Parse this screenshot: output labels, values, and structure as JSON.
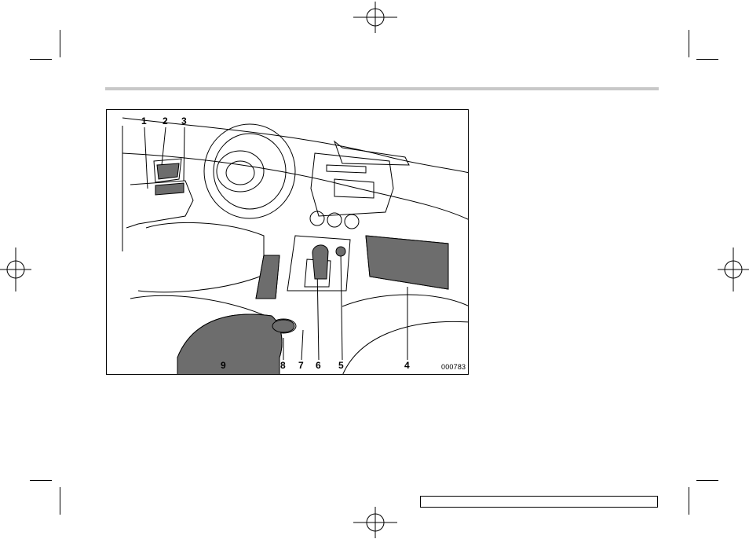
{
  "figure": {
    "id": "000783",
    "callouts": [
      "1",
      "2",
      "3",
      "4",
      "5",
      "6",
      "7",
      "8",
      "9"
    ]
  }
}
